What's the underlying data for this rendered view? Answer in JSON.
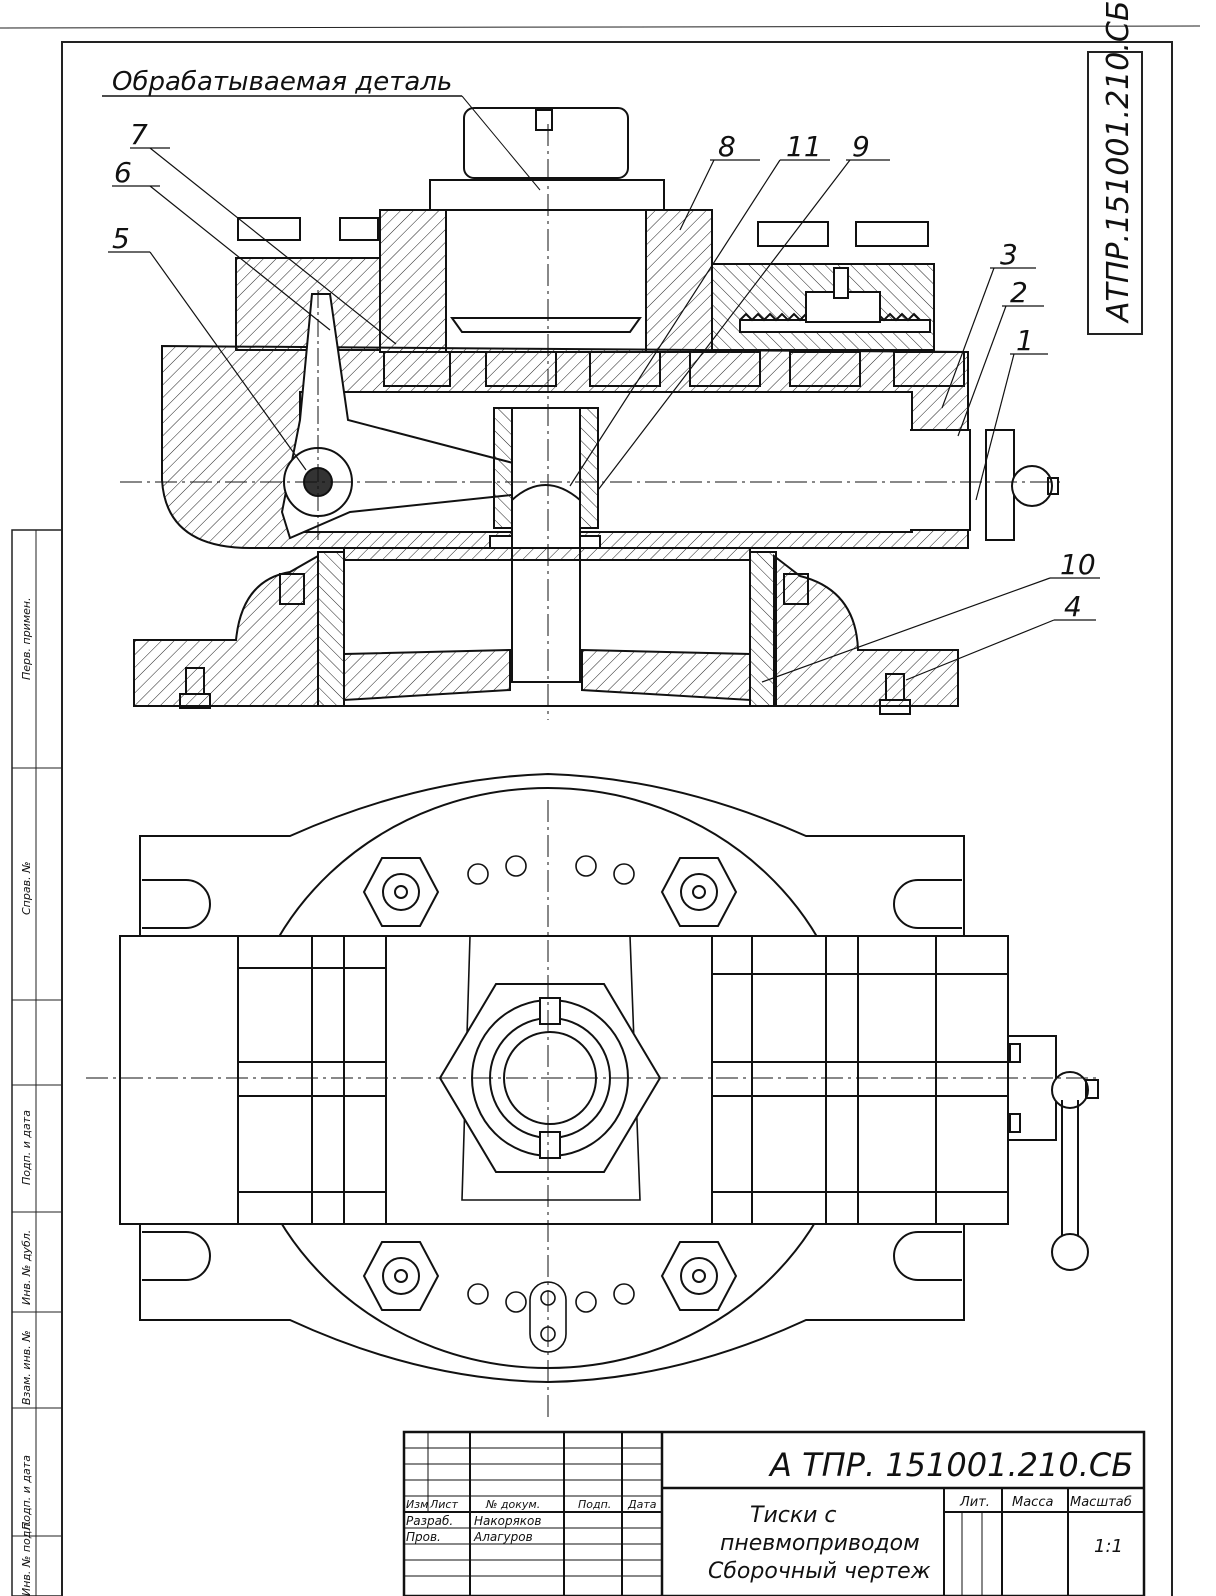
{
  "drawing": {
    "doc_code_side": "АТПР.151001.210.СБ",
    "workpiece_label": "Обрабатываемая деталь",
    "callouts": [
      "7",
      "6",
      "5",
      "8",
      "11",
      "9",
      "3",
      "2",
      "1",
      "10",
      "4"
    ]
  },
  "side_strip": [
    "Перв. примен.",
    "Справ. №",
    "Подп. и дата",
    "Инв. № дубл.",
    "Взам. инв. №",
    "Подп. и дата",
    "Инв. № подл."
  ],
  "title_block": {
    "doc_code": "А ТПР. 151001.210.СБ",
    "headers": [
      "Изм",
      "Лист",
      "№ докум.",
      "Подп.",
      "Дата"
    ],
    "rows": [
      {
        "role": "Разраб.",
        "name": "Накоряков"
      },
      {
        "role": "Пров.",
        "name": "Алагуров"
      }
    ],
    "title_lines": [
      "Тиски с",
      "пневмоприводом",
      "Сборочный чертеж"
    ],
    "col_lit": "Лит.",
    "col_mass": "Масса",
    "col_scale": "Масштаб",
    "scale_value": "1:1"
  }
}
